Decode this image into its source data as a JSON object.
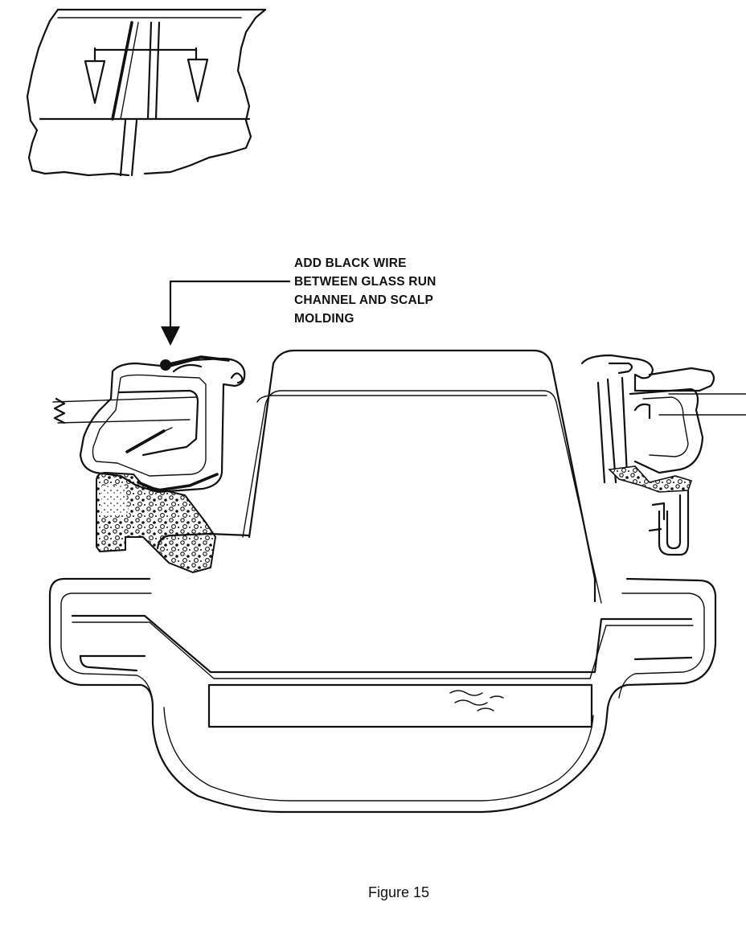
{
  "callout": {
    "lines": [
      "ADD BLACK WIRE",
      "BETWEEN GLASS RUN",
      "CHANNEL AND SCALP",
      "MOLDING"
    ]
  },
  "caption": "Figure 15",
  "colors": {
    "ink": "#111111",
    "paper": "#ffffff"
  }
}
